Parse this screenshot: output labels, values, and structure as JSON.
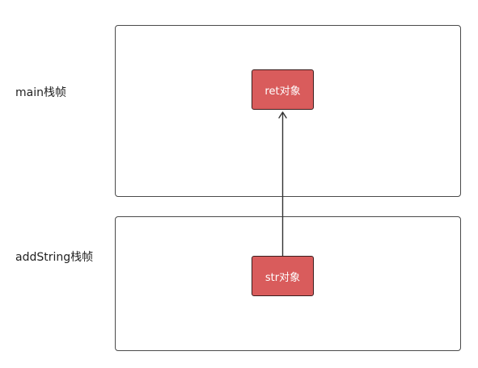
{
  "frames": {
    "main": {
      "label": "main栈帧"
    },
    "add_string": {
      "label": "addString栈帧"
    }
  },
  "objects": {
    "ret": {
      "label": "ret对象"
    },
    "str": {
      "label": "str对象"
    }
  },
  "colors": {
    "object_fill": "#d95c5c",
    "object_text": "#ffffff",
    "frame_border": "#4a4a4a",
    "arrow": "#333333"
  },
  "arrow": {
    "from": "str",
    "to": "ret"
  }
}
